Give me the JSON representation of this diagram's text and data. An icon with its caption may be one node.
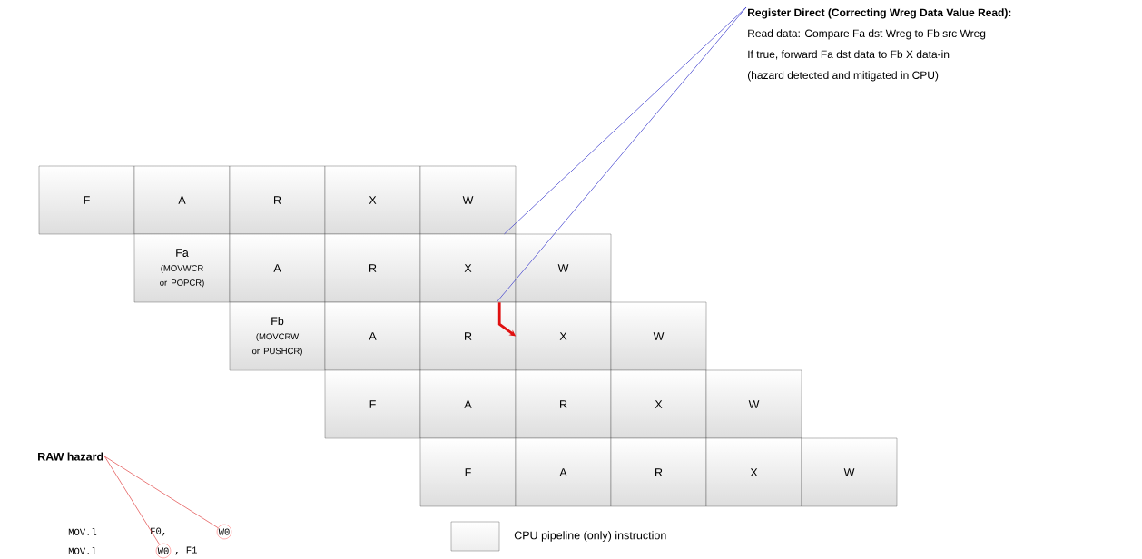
{
  "diagram": {
    "nodes": [
      {
        "text": [
          "F"
        ]
      },
      {
        "text": [
          "A"
        ]
      },
      {
        "text": [
          "R"
        ]
      },
      {
        "text": [
          "X"
        ]
      },
      {
        "text": [
          "W"
        ]
      },
      {
        "text": [
          "Fa",
          "(MOVWCR or POPCR)"
        ]
      },
      {
        "text": [
          "A"
        ]
      },
      {
        "text": [
          "R"
        ]
      },
      {
        "text": [
          "X"
        ]
      },
      {
        "text": [
          "W"
        ]
      },
      {
        "text": [
          "Fb",
          "(MOVCRW or PUSHCR)"
        ]
      },
      {
        "text": [
          "A"
        ]
      },
      {
        "text": [
          "R"
        ]
      },
      {
        "text": [
          "X"
        ]
      },
      {
        "text": [
          "W"
        ]
      },
      {
        "text": [
          "F"
        ]
      },
      {
        "text": [
          "A"
        ]
      },
      {
        "text": [
          "R"
        ]
      },
      {
        "text": [
          "X"
        ]
      },
      {
        "text": [
          "W"
        ]
      },
      {
        "text": [
          "F"
        ]
      },
      {
        "text": [
          "A"
        ]
      },
      {
        "text": [
          "R"
        ]
      },
      {
        "text": [
          "X"
        ]
      },
      {
        "text": [
          "W"
        ]
      },
      {
        "text": [
          "Register Direct (Correcting Wreg Data Value Read):",
          "Read data: Compare Fa dst Wreg to Fb src Wreg",
          "If true, forward Fa dst data to Fb X data-in",
          "(hazard detected and mitigated in CPU)"
        ]
      },
      {
        "text": [
          "RAW hazard"
        ]
      },
      {
        "text": [
          "W0"
        ]
      },
      {
        "text": [
          "W0"
        ]
      }
    ],
    "edges": [
      {
        "from": 25,
        "to": 8,
        "arrow": "none",
        "color": "#3333cc"
      },
      {
        "from": 25,
        "to": 12,
        "arrow": "none",
        "color": "#3333cc"
      },
      {
        "from": 8,
        "to": 12,
        "arrow": "to",
        "style": "thick",
        "color": "#e01010"
      },
      {
        "from": 26,
        "to": 27,
        "arrow": "none",
        "color": "#e04040"
      },
      {
        "from": 26,
        "to": 28,
        "arrow": "none",
        "color": "#e04040"
      }
    ],
    "labels": [
      "MOV.l",
      "F0,",
      "MOV.l",
      ", F1"
    ],
    "legend": [
      {
        "text": "CPU pipeline (only) instruction",
        "color": "#eeeeee"
      }
    ]
  }
}
